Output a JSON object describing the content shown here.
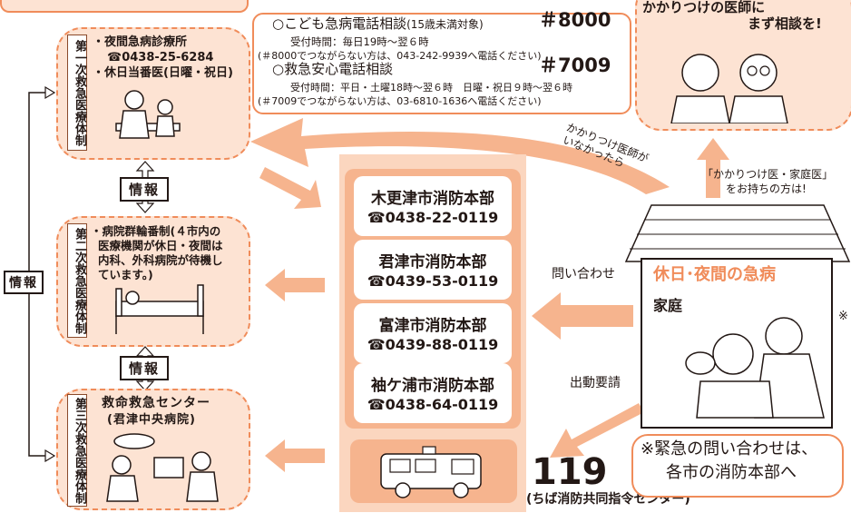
{
  "primary": {
    "vertical_label": "第一次救急医療体制",
    "items": [
      {
        "label": "・夜間急病診療所",
        "tel": "☎0438-25-6284"
      },
      {
        "label": "・休日当番医(日曜・祝日)"
      }
    ]
  },
  "secondary": {
    "vertical_label": "第二次救急医療体制",
    "text_lines": [
      "・病院群輪番制(４市内の",
      "医療機関が休日・夜間は",
      "内科、外科病院が待機し",
      "ています。)"
    ]
  },
  "tertiary": {
    "vertical_label": "第三次救急医療体制",
    "title": "救命救急センター",
    "subtitle": "(君津中央病院)"
  },
  "info_labels": {
    "between_1_2": "情報",
    "between_2_3": "情報",
    "side": "情報"
  },
  "phone_consult": {
    "kids_title": "○こども急病電話相談",
    "kids_note": "(15歳未満対象)",
    "kids_number": "＃8000",
    "kids_hours": "受付時間：毎日19時〜翌６時",
    "kids_alt": "(＃8000でつながらない方は、043-242-9939へ電話ください)",
    "adult_title": "○救急安心電話相談",
    "adult_number": "＃7009",
    "adult_hours": "受付時間：平日・土曜18時〜翌６時　日曜・祝日９時〜翌６時",
    "adult_alt": "(＃7009でつながらない方は、03-6810-1636へ電話ください)"
  },
  "gp": {
    "line1": "かかりつけの医師に",
    "line2": "まず相談を!",
    "note_line1": "「かかりつけ医・家庭医」",
    "note_line2": "をお持ちの方は!",
    "curve_text_1": "かかりつけ医師が",
    "curve_text_2": "いなかったら"
  },
  "stations": [
    {
      "name": "木更津市消防本部",
      "tel": "☎0438-22-0119"
    },
    {
      "name": "君津市消防本部",
      "tel": "☎0439-53-0119"
    },
    {
      "name": "富津市消防本部",
      "tel": "☎0439-88-0119"
    },
    {
      "name": "袖ケ浦市消防本部",
      "tel": "☎0438-64-0119"
    }
  ],
  "home": {
    "emergency_title": "休日･夜間の急病",
    "label": "家庭"
  },
  "flows": {
    "inquiry": "問い合わせ",
    "dispatch": "出動要請"
  },
  "emergency_119": {
    "number": "119",
    "center": "(ちば消防共同指令センター)"
  },
  "urgent_note": {
    "line1": "※緊急の問い合わせは、",
    "line2": "各市の消防本部へ"
  },
  "edge_mark": "※",
  "colors": {
    "accent": "#f08c5a",
    "light": "#fde3d3",
    "panel": "#f6b48e",
    "text": "#231815"
  }
}
